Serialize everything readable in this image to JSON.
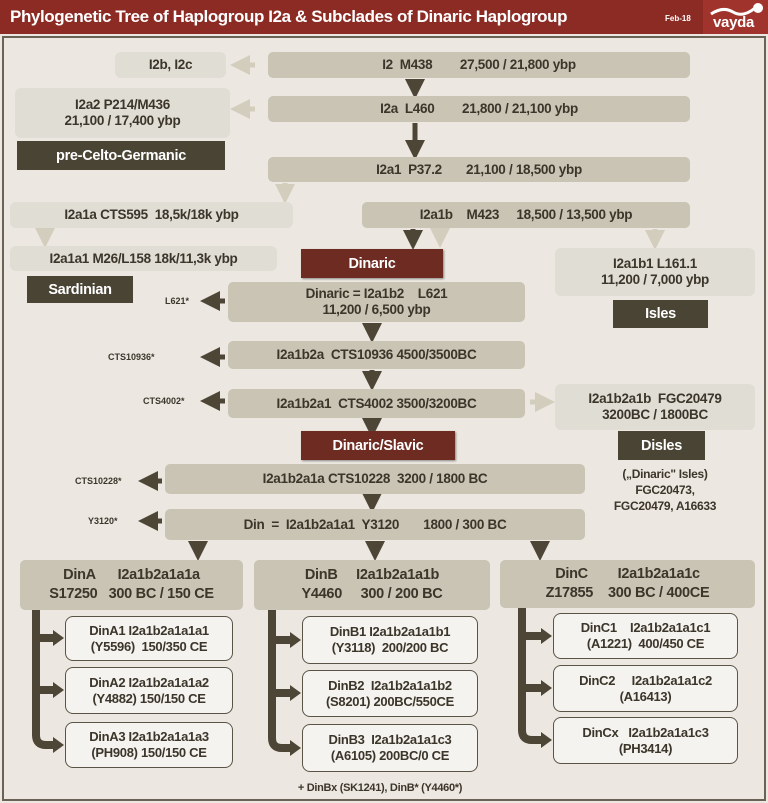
{
  "header": {
    "title": "Phylogenetic Tree of Haplogroup I2a  &  Subclades of Dinaric Haplogroup",
    "date": "Feb-18",
    "logo": "vayda"
  },
  "nodes": {
    "i2bc": "I2b, I2c",
    "i2": "I2  M438        27,500 / 21,800 ybp",
    "i2a2": "I2a2 P214/M436\n21,100 / 17,400 ybp",
    "precelto": "pre-Celto-Germanic",
    "i2a": "I2a  L460        21,800 / 21,100 ybp",
    "i2a1": "I2a1  P37.2       21,100 / 18,500 ybp",
    "i2a1a": "I2a1a CTS595  18,5k/18k ybp",
    "i2a1b": "I2a1b    M423     18,500 / 13,500 ybp",
    "i2a1a1": "I2a1a1 M26/L158 18k/11,3k ybp",
    "sardinian": "Sardinian",
    "dinaric": "Dinaric",
    "i2a1b1": "I2a1b1 L161.1\n11,200 / 7,000 ybp",
    "isles": "Isles",
    "i2a1b2": "Dinaric = I2a1b2    L621\n11,200 / 6,500 ybp",
    "i2a1b2a": "I2a1b2a  CTS10936 4500/3500BC",
    "i2a1b2a1": "I2a1b2a1  CTS4002 3500/3200BC",
    "i2a1b2a1b": "I2a1b2a1b  FGC20479\n3200BC / 1800BC",
    "disles": "Disles",
    "disles_note": "(„Dinaric\" Isles)\nFGC20473,\nFGC20479, A16633",
    "dinslavic": "Dinaric/Slavic",
    "i2a1b2a1a": "I2a1b2a1a CTS10228  3200 / 1800 BC",
    "din": "Din  =  I2a1b2a1a1  Y3120       1800 / 300 BC",
    "dina": "DinA      I2a1b2a1a1a\nS17250   300 BC / 150 CE",
    "dinb": "DinB     I2a1b2a1a1b\nY4460     300 / 200 BC",
    "dinc": "DinC        I2a1b2a1a1c\nZ17855    300 BC / 400CE",
    "dina1": "DinA1 I2a1b2a1a1a1\n(Y5596)  150/350 CE",
    "dina2": "DinA2 I2a1b2a1a1a2\n(Y4882) 150/150 CE",
    "dina3": "DinA3 I2a1b2a1a1a3\n(PH908) 150/150 CE",
    "dinb1": "DinB1 I2a1b2a1a1b1\n(Y3118)  200/200 BC",
    "dinb2": "DinB2  I2a1b2a1a1b2\n(S8201) 200BC/550CE",
    "dinb3": "DinB3  I2a1b2a1a1c3\n(A6105) 200BC/0 CE",
    "dinc1": "DinC1    I2a1b2a1a1c1\n(A1221)  400/450 CE",
    "dinc2": "DinC2     I2a1b2a1a1c2\n(A16413)",
    "dincx": "DinCx   I2a1b2a1a1c3\n(PH3414)"
  },
  "side_labels": {
    "l621": "L621*",
    "cts10936": "CTS10936*",
    "cts4002": "CTS4002*",
    "cts10228": "CTS10228*",
    "y3120": "Y3120*"
  },
  "footer_note": "+ DinBx (SK1241), DinB* (Y4460*)",
  "colors": {
    "header": "#8c2b24",
    "dark": "#4a4434",
    "maroon": "#6d2b22",
    "node": "#c9c4b4",
    "light": "#e0ddd5"
  }
}
